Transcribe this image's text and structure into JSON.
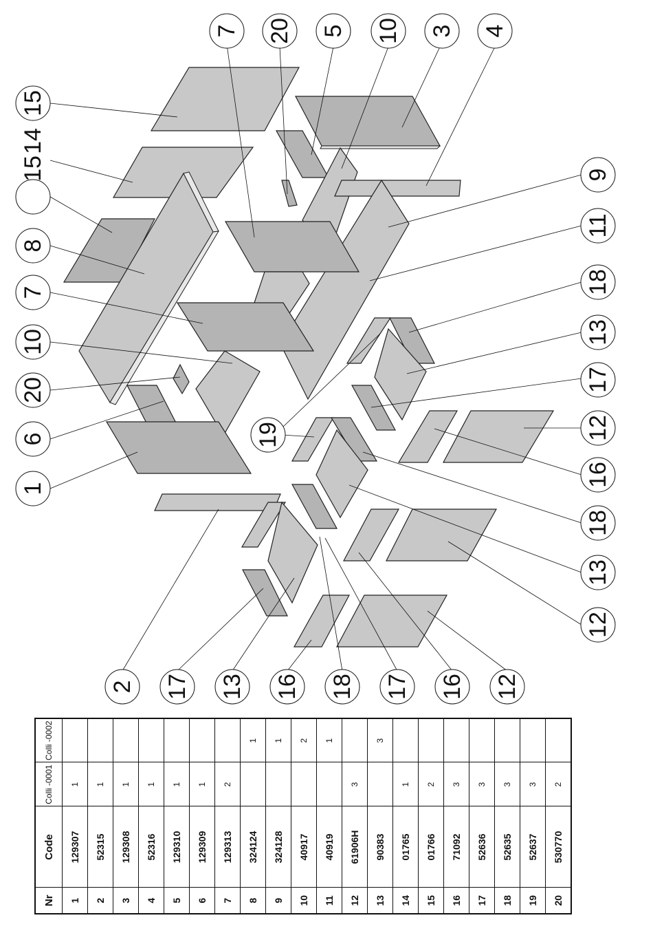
{
  "callouts": [
    {
      "id": "c7a",
      "label": "7"
    },
    {
      "id": "c20a",
      "label": "20"
    },
    {
      "id": "c5",
      "label": "5"
    },
    {
      "id": "c10a",
      "label": "10"
    },
    {
      "id": "c3",
      "label": "3"
    },
    {
      "id": "c4",
      "label": "4"
    },
    {
      "id": "c15a",
      "label": "15"
    },
    {
      "id": "c14",
      "label": "14"
    },
    {
      "id": "c15b",
      "label": "15"
    },
    {
      "id": "cblank",
      "label": ""
    },
    {
      "id": "c8",
      "label": "8"
    },
    {
      "id": "c7b",
      "label": "7"
    },
    {
      "id": "c10b",
      "label": "10"
    },
    {
      "id": "c20b",
      "label": "20"
    },
    {
      "id": "c6",
      "label": "6"
    },
    {
      "id": "c1",
      "label": "1"
    },
    {
      "id": "c9",
      "label": "9"
    },
    {
      "id": "c11",
      "label": "11"
    },
    {
      "id": "c18a",
      "label": "18"
    },
    {
      "id": "c13a",
      "label": "13"
    },
    {
      "id": "c17a",
      "label": "17"
    },
    {
      "id": "c12a",
      "label": "12"
    },
    {
      "id": "c16a",
      "label": "16"
    },
    {
      "id": "c18b",
      "label": "18"
    },
    {
      "id": "c13b",
      "label": "13"
    },
    {
      "id": "c12b",
      "label": "12"
    },
    {
      "id": "c19",
      "label": "19"
    },
    {
      "id": "c2",
      "label": "2"
    },
    {
      "id": "c17b",
      "label": "17"
    },
    {
      "id": "c13c",
      "label": "13"
    },
    {
      "id": "c16b",
      "label": "16"
    },
    {
      "id": "c18c",
      "label": "18"
    },
    {
      "id": "c17c",
      "label": "17"
    },
    {
      "id": "c16c",
      "label": "16"
    },
    {
      "id": "c12c",
      "label": "12"
    }
  ],
  "table": {
    "headers": {
      "nr": "Nr",
      "code": "Code",
      "colli1": "Colli -0001",
      "colli2": "Colli -0002"
    },
    "rows": [
      {
        "nr": "1",
        "code": "129307",
        "c1": "1",
        "c2": ""
      },
      {
        "nr": "2",
        "code": "52315",
        "c1": "1",
        "c2": ""
      },
      {
        "nr": "3",
        "code": "129308",
        "c1": "1",
        "c2": ""
      },
      {
        "nr": "4",
        "code": "52316",
        "c1": "1",
        "c2": ""
      },
      {
        "nr": "5",
        "code": "129310",
        "c1": "1",
        "c2": ""
      },
      {
        "nr": "6",
        "code": "129309",
        "c1": "1",
        "c2": ""
      },
      {
        "nr": "7",
        "code": "129313",
        "c1": "2",
        "c2": ""
      },
      {
        "nr": "8",
        "code": "324124",
        "c1": "",
        "c2": "1"
      },
      {
        "nr": "9",
        "code": "324128",
        "c1": "",
        "c2": "1"
      },
      {
        "nr": "10",
        "code": "40917",
        "c1": "",
        "c2": "2"
      },
      {
        "nr": "11",
        "code": "40919",
        "c1": "",
        "c2": "1"
      },
      {
        "nr": "12",
        "code": "61906H",
        "c1": "3",
        "c2": ""
      },
      {
        "nr": "13",
        "code": "90383",
        "c1": "",
        "c2": "3"
      },
      {
        "nr": "14",
        "code": "01765",
        "c1": "1",
        "c2": ""
      },
      {
        "nr": "15",
        "code": "01766",
        "c1": "2",
        "c2": ""
      },
      {
        "nr": "16",
        "code": "71092",
        "c1": "3",
        "c2": ""
      },
      {
        "nr": "17",
        "code": "52636",
        "c1": "3",
        "c2": ""
      },
      {
        "nr": "18",
        "code": "52635",
        "c1": "3",
        "c2": ""
      },
      {
        "nr": "19",
        "code": "52637",
        "c1": "3",
        "c2": ""
      },
      {
        "nr": "20",
        "code": "530770",
        "c1": "2",
        "c2": ""
      }
    ]
  }
}
